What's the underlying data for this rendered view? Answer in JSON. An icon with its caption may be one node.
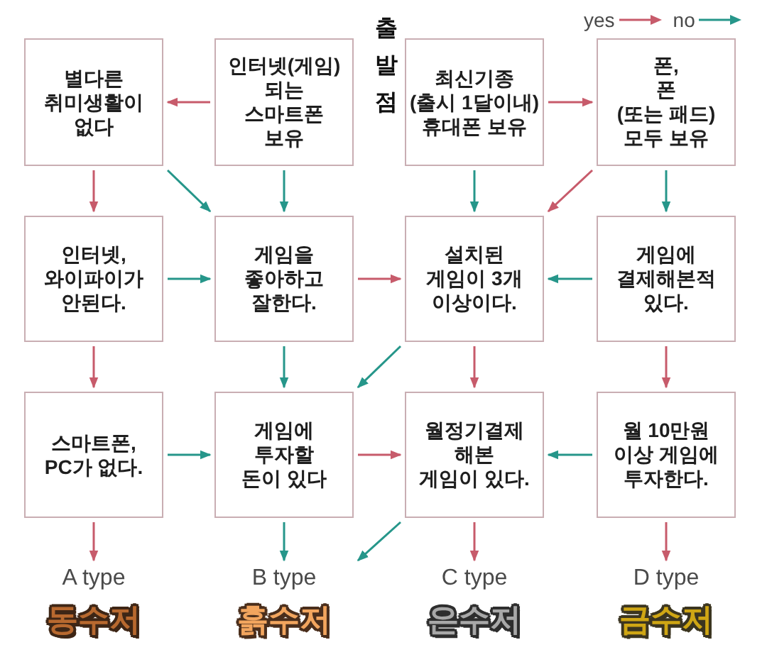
{
  "diagram": {
    "nodes": [
      {
        "text": [
          "별다른 취미생활이 없다"
        ]
      },
      {
        "text": [
          "인터넷(게임) 되는 스마트폰 보유"
        ]
      },
      {
        "text": [
          "최신기종 (출시 1달이내) 휴대폰 보유"
        ]
      },
      {
        "text": [
          "폰, 폰 (또는 패드) 모두 보유"
        ]
      },
      {
        "text": [
          "인터넷, 와이파이가 안된다."
        ]
      },
      {
        "text": [
          "게임을 좋아하고 잘한다."
        ]
      },
      {
        "text": [
          "설치된 게임이 3개 이상이다."
        ]
      },
      {
        "text": [
          "게임에 결제해본적 있다."
        ]
      },
      {
        "text": [
          "스마트폰, PC가 없다."
        ]
      },
      {
        "text": [
          "게임에 투자할 돈이 있다"
        ]
      },
      {
        "text": [
          "월정기결제 해본 게임이 있다."
        ]
      },
      {
        "text": [
          "월 10만원 이상 게임에 투자한다."
        ]
      },
      {
        "text": [
          "A type",
          "동수저"
        ]
      },
      {
        "text": [
          "B type",
          "흙수저"
        ]
      },
      {
        "text": [
          "C type",
          "은수저"
        ]
      },
      {
        "text": [
          "D type",
          "금수저"
        ]
      }
    ],
    "edges": [
      {
        "from": 1,
        "to": 0,
        "arrow": "to",
        "color": "#c75b6b"
      },
      {
        "from": 1,
        "to": 5,
        "arrow": "to",
        "color": "#26968a"
      },
      {
        "from": 2,
        "to": 3,
        "arrow": "to",
        "color": "#c75b6b"
      },
      {
        "from": 2,
        "to": 6,
        "arrow": "to",
        "color": "#26968a"
      },
      {
        "from": 3,
        "to": 6,
        "arrow": "to",
        "color": "#c75b6b"
      },
      {
        "from": 3,
        "to": 7,
        "arrow": "to",
        "color": "#26968a"
      },
      {
        "from": 0,
        "to": 4,
        "arrow": "to",
        "color": "#c75b6b"
      },
      {
        "from": 0,
        "to": 5,
        "arrow": "to",
        "color": "#26968a"
      },
      {
        "from": 4,
        "to": 5,
        "arrow": "to",
        "color": "#26968a"
      },
      {
        "from": 4,
        "to": 8,
        "arrow": "to",
        "color": "#c75b6b"
      },
      {
        "from": 5,
        "to": 6,
        "arrow": "to",
        "color": "#c75b6b"
      },
      {
        "from": 5,
        "to": 9,
        "arrow": "to",
        "color": "#26968a"
      },
      {
        "from": 6,
        "to": 10,
        "arrow": "to",
        "color": "#c75b6b"
      },
      {
        "from": 6,
        "to": 9,
        "arrow": "to",
        "color": "#26968a"
      },
      {
        "from": 7,
        "to": 6,
        "arrow": "to",
        "color": "#26968a"
      },
      {
        "from": 7,
        "to": 11,
        "arrow": "to",
        "color": "#c75b6b"
      },
      {
        "from": 8,
        "to": 9,
        "arrow": "to",
        "color": "#26968a"
      },
      {
        "from": 8,
        "to": 12,
        "arrow": "to",
        "color": "#c75b6b"
      },
      {
        "from": 9,
        "to": 10,
        "arrow": "to",
        "color": "#c75b6b"
      },
      {
        "from": 9,
        "to": 13,
        "arrow": "to",
        "color": "#26968a"
      },
      {
        "from": 10,
        "to": 14,
        "arrow": "to",
        "color": "#c75b6b"
      },
      {
        "from": 10,
        "to": 13,
        "arrow": "to",
        "color": "#26968a"
      },
      {
        "from": 11,
        "to": 10,
        "arrow": "to",
        "color": "#26968a"
      },
      {
        "from": 11,
        "to": 15,
        "arrow": "to",
        "color": "#c75b6b"
      }
    ],
    "labels": [
      "출발점"
    ],
    "legend": [
      {
        "text": "yes"
      },
      {
        "text": "no"
      }
    ]
  }
}
